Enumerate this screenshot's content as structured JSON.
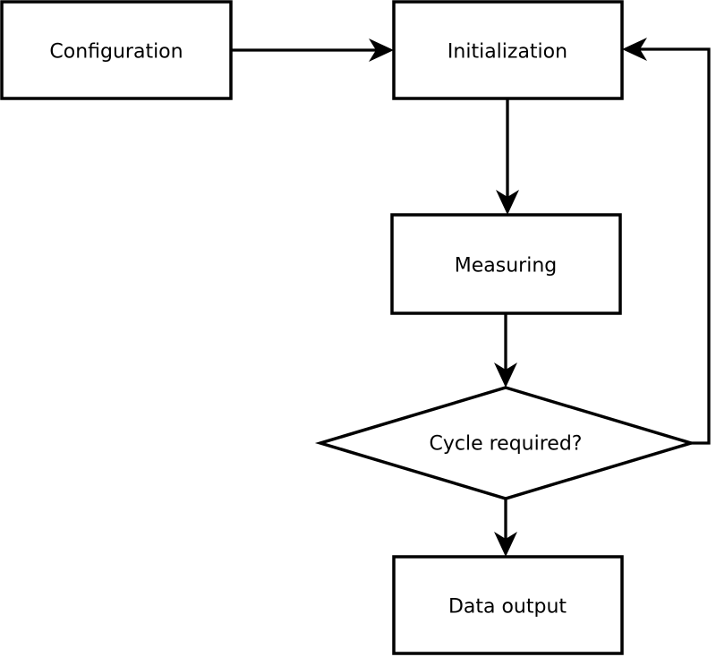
{
  "diagram": {
    "type": "flowchart",
    "colors": {
      "bg": "#ffffff",
      "stroke": "#000000",
      "text": "#000000"
    },
    "nodes": {
      "configuration": {
        "label": "Configuration",
        "shape": "rectangle"
      },
      "initialization": {
        "label": "Initialization",
        "shape": "rectangle"
      },
      "measuring": {
        "label": "Measuring",
        "shape": "rectangle"
      },
      "cycle_required": {
        "label": "Cycle required?",
        "shape": "diamond"
      },
      "data_output": {
        "label": "Data output",
        "shape": "rectangle"
      }
    },
    "edges": [
      {
        "from": "configuration",
        "to": "initialization",
        "kind": "straight-right"
      },
      {
        "from": "initialization",
        "to": "measuring",
        "kind": "straight-down"
      },
      {
        "from": "measuring",
        "to": "cycle_required",
        "kind": "straight-down"
      },
      {
        "from": "cycle_required",
        "to": "data_output",
        "kind": "straight-down"
      },
      {
        "from": "cycle_required",
        "to": "initialization",
        "kind": "feedback-loop-right"
      }
    ]
  }
}
